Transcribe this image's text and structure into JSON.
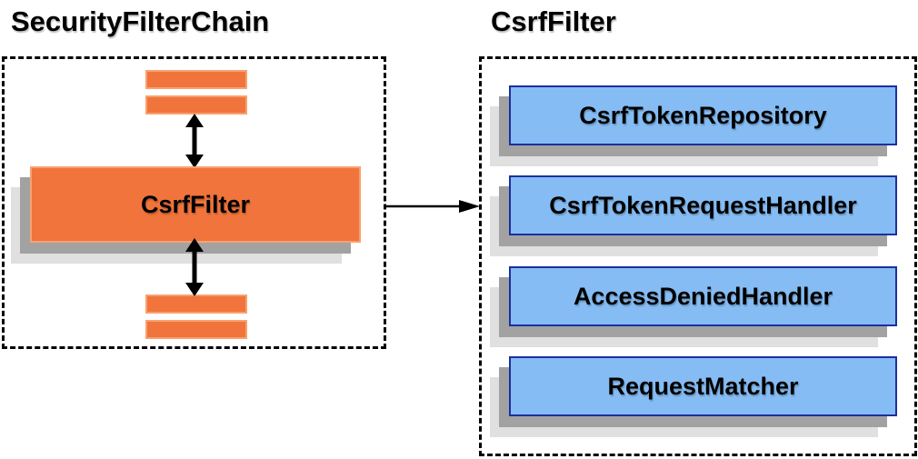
{
  "titles": {
    "left": "SecurityFilterChain",
    "right": "CsrfFilter"
  },
  "security_filter_chain": {
    "csrf_filter_label": "CsrfFilter"
  },
  "csrf_filter_panel": {
    "components": [
      "CsrfTokenRepository",
      "CsrfTokenRequestHandler",
      "AccessDeniedHandler",
      "RequestMatcher"
    ]
  },
  "colors": {
    "page-bg": "#ffffff",
    "orange-fill": "#F0743B",
    "orange-border": "#F8A171",
    "blue-fill": "#85BCF3",
    "blue-border": "#1C2F9E",
    "shadow-dark": "#A2A2A2",
    "shadow-light": "#E0E0E0",
    "arrow-black": "#000000"
  }
}
